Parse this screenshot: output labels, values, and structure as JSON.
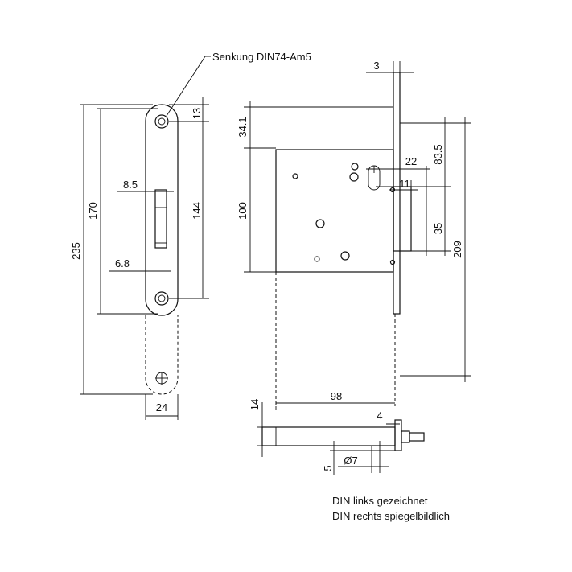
{
  "callout": {
    "countersink": "Senkung DIN74-Am5"
  },
  "front_view": {
    "dims": {
      "total_height": "235",
      "hole_spacing": "170",
      "top_offset": "13",
      "slot_offset": "8.5",
      "slot_height": "144",
      "slot_width": "6.8",
      "plate_width": "24"
    }
  },
  "side_view": {
    "dims": {
      "plate_thickness": "3",
      "top_offset": "34.1",
      "case_height": "100",
      "follower_offset": "83.5",
      "follower_width": "22",
      "follower_small": "11",
      "spindle_distance": "35",
      "overall_height": "209",
      "case_depth": "98"
    }
  },
  "bottom_view": {
    "dims": {
      "depth": "14",
      "plate": "4",
      "diameter": "Ø7",
      "offset": "5"
    }
  },
  "notes": {
    "line1": "DIN links gezeichnet",
    "line2": "DIN rechts spiegelbildlich"
  }
}
